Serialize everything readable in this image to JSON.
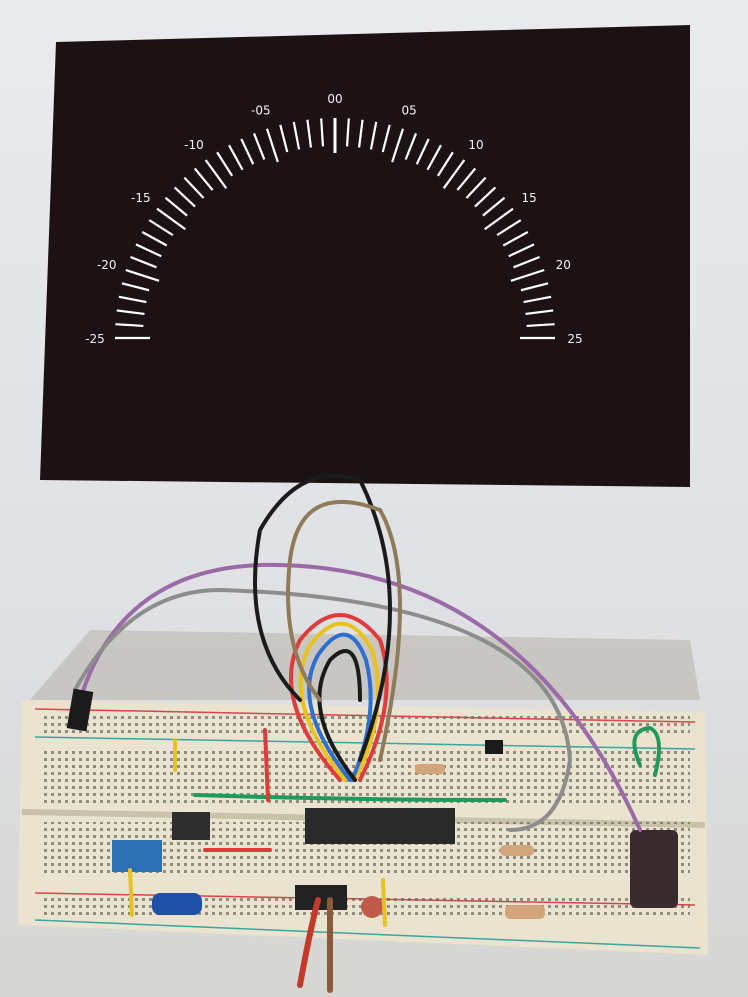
{
  "gauge": {
    "labels": [
      "-25",
      "-20",
      "-15",
      "-10",
      "-05",
      "00",
      "05",
      "10",
      "15",
      "20",
      "25"
    ],
    "min": -25,
    "max": 25,
    "minor_step": 1,
    "major_step": 5
  },
  "colors": {
    "background": "#e4e6ea",
    "screen": "#1d1213",
    "tick": "#ffffff",
    "breadboard": "#e9e3cf",
    "rail_red": "#d8454a",
    "rail_blue": "#3aa6a0"
  }
}
